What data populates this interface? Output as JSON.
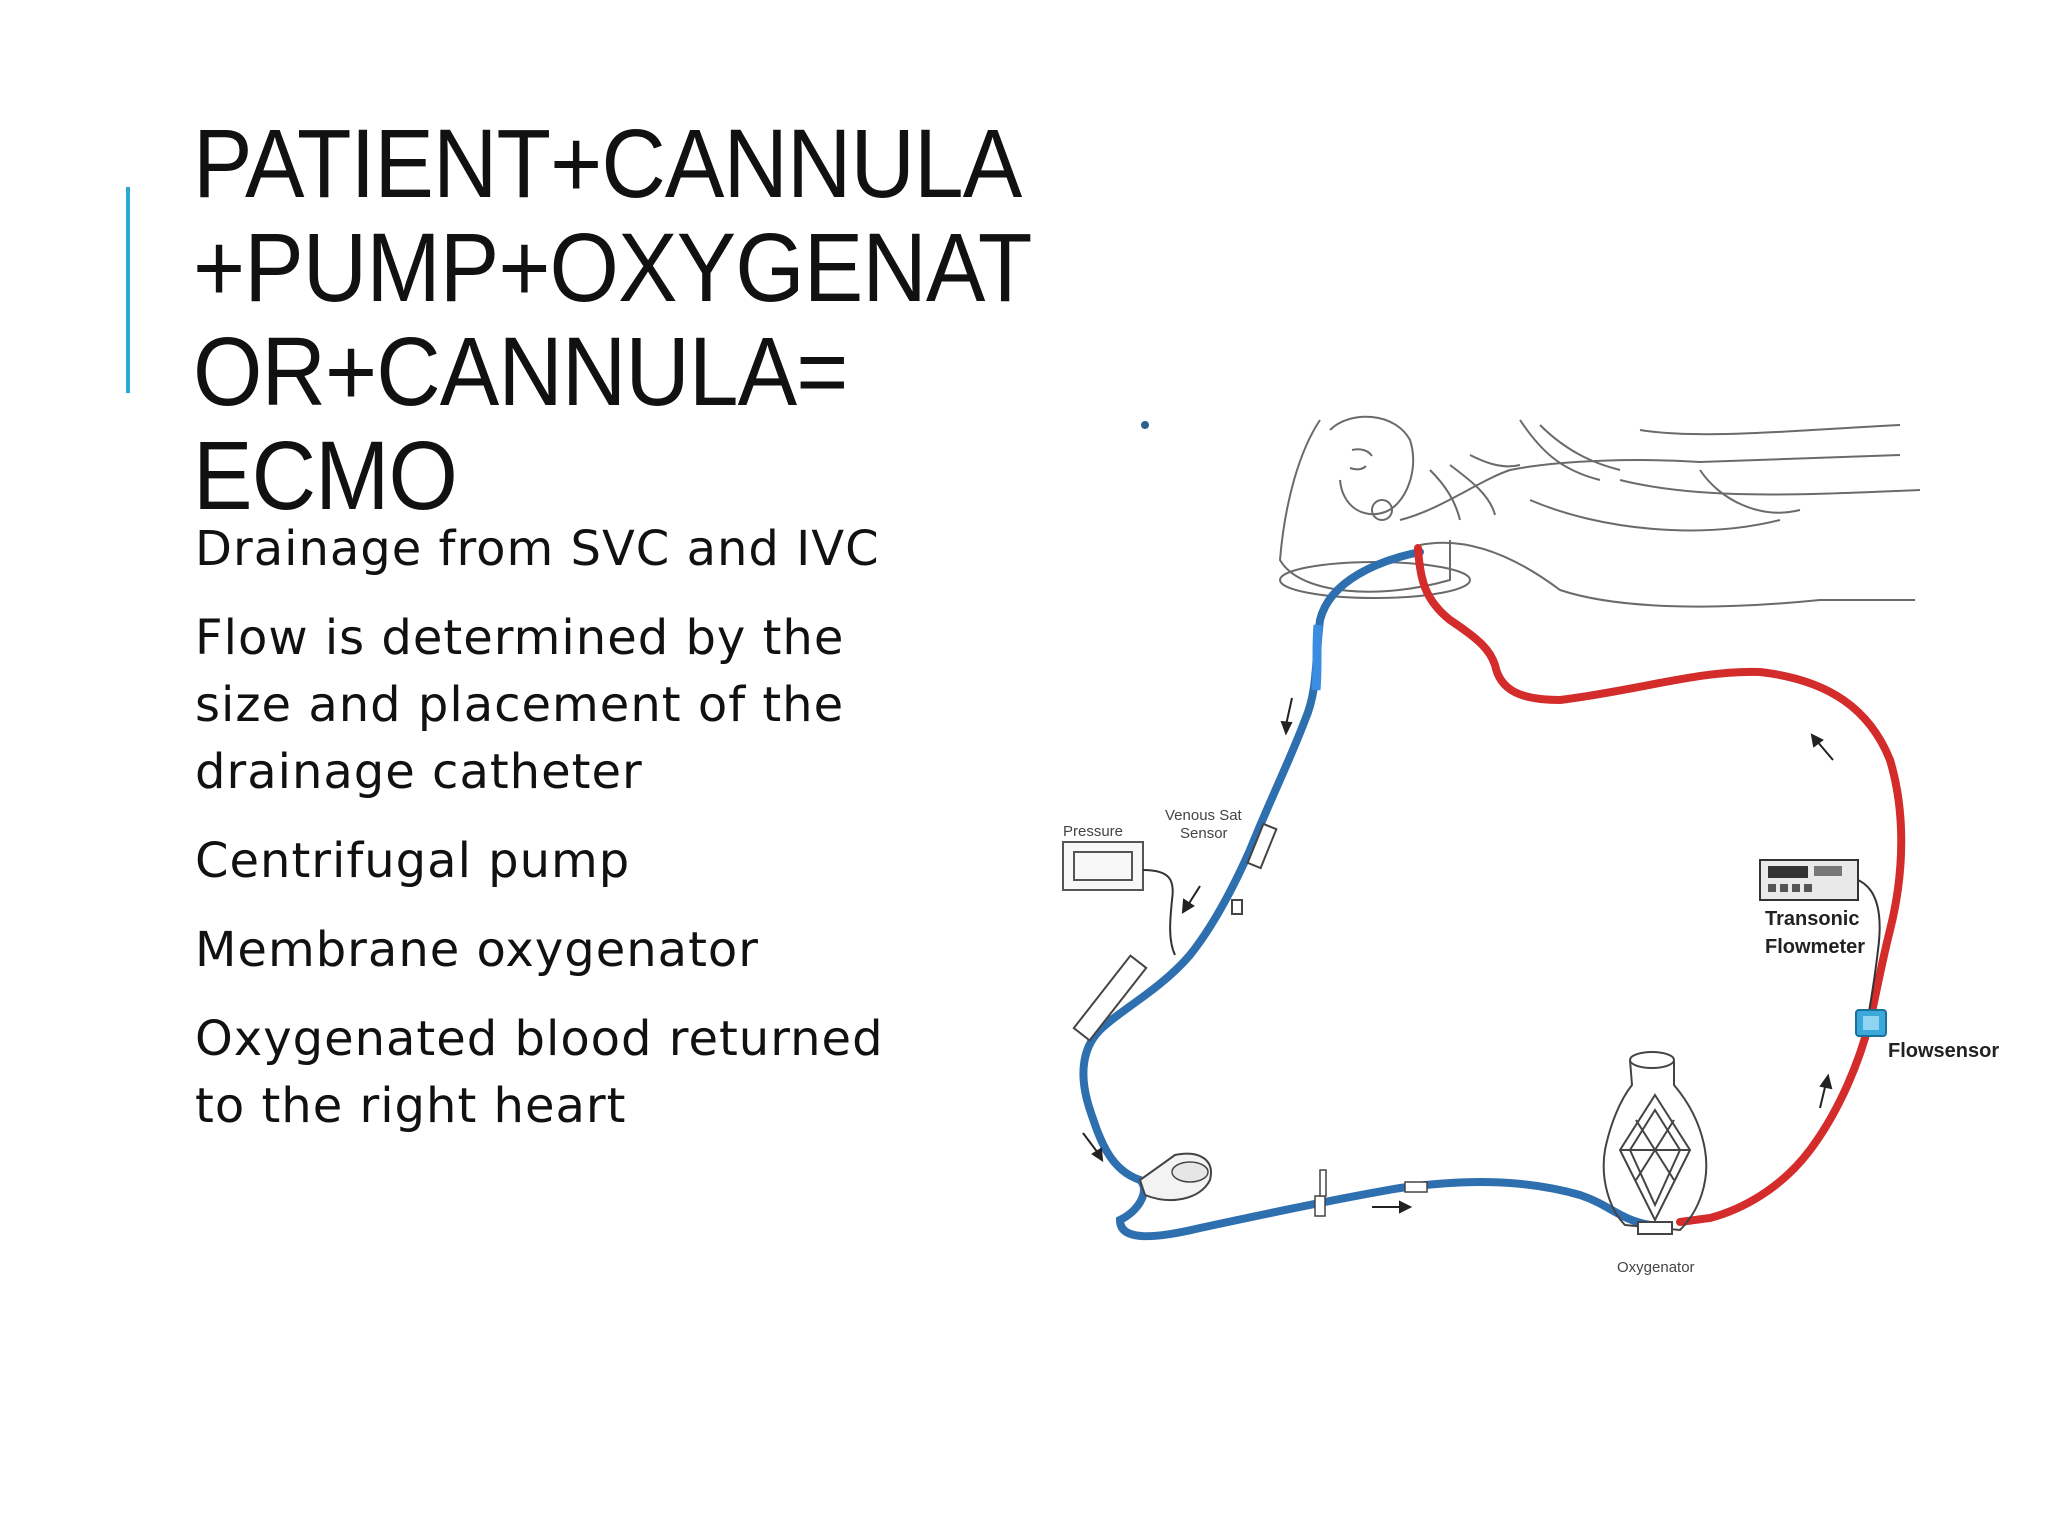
{
  "slide": {
    "title_lines": [
      "PATIENT+CANNULA",
      "+PUMP+OXYGENAT",
      "OR+CANNULA=",
      "ECMO"
    ],
    "bullets": [
      "Drainage from SVC and IVC",
      "Flow is determined by the size and placement of the drainage catheter",
      "Centrifugal pump",
      "Membrane oxygenator",
      "Oxygenated blood returned to the right heart"
    ],
    "accent_color": "#2aa8d4"
  },
  "diagram": {
    "labels": {
      "pressure": "Pressure",
      "venous_sat_line1": "Venous Sat",
      "venous_sat_line2": "Sensor",
      "transonic_line1": "Transonic",
      "transonic_line2": "Flowmeter",
      "flowsensor": "Flowsensor",
      "oxygenator": "Oxygenator"
    },
    "colors": {
      "venous_line": "#2e6fb0",
      "arterial_line": "#d42b2b",
      "flowsensor": "#3aa8d8"
    }
  }
}
